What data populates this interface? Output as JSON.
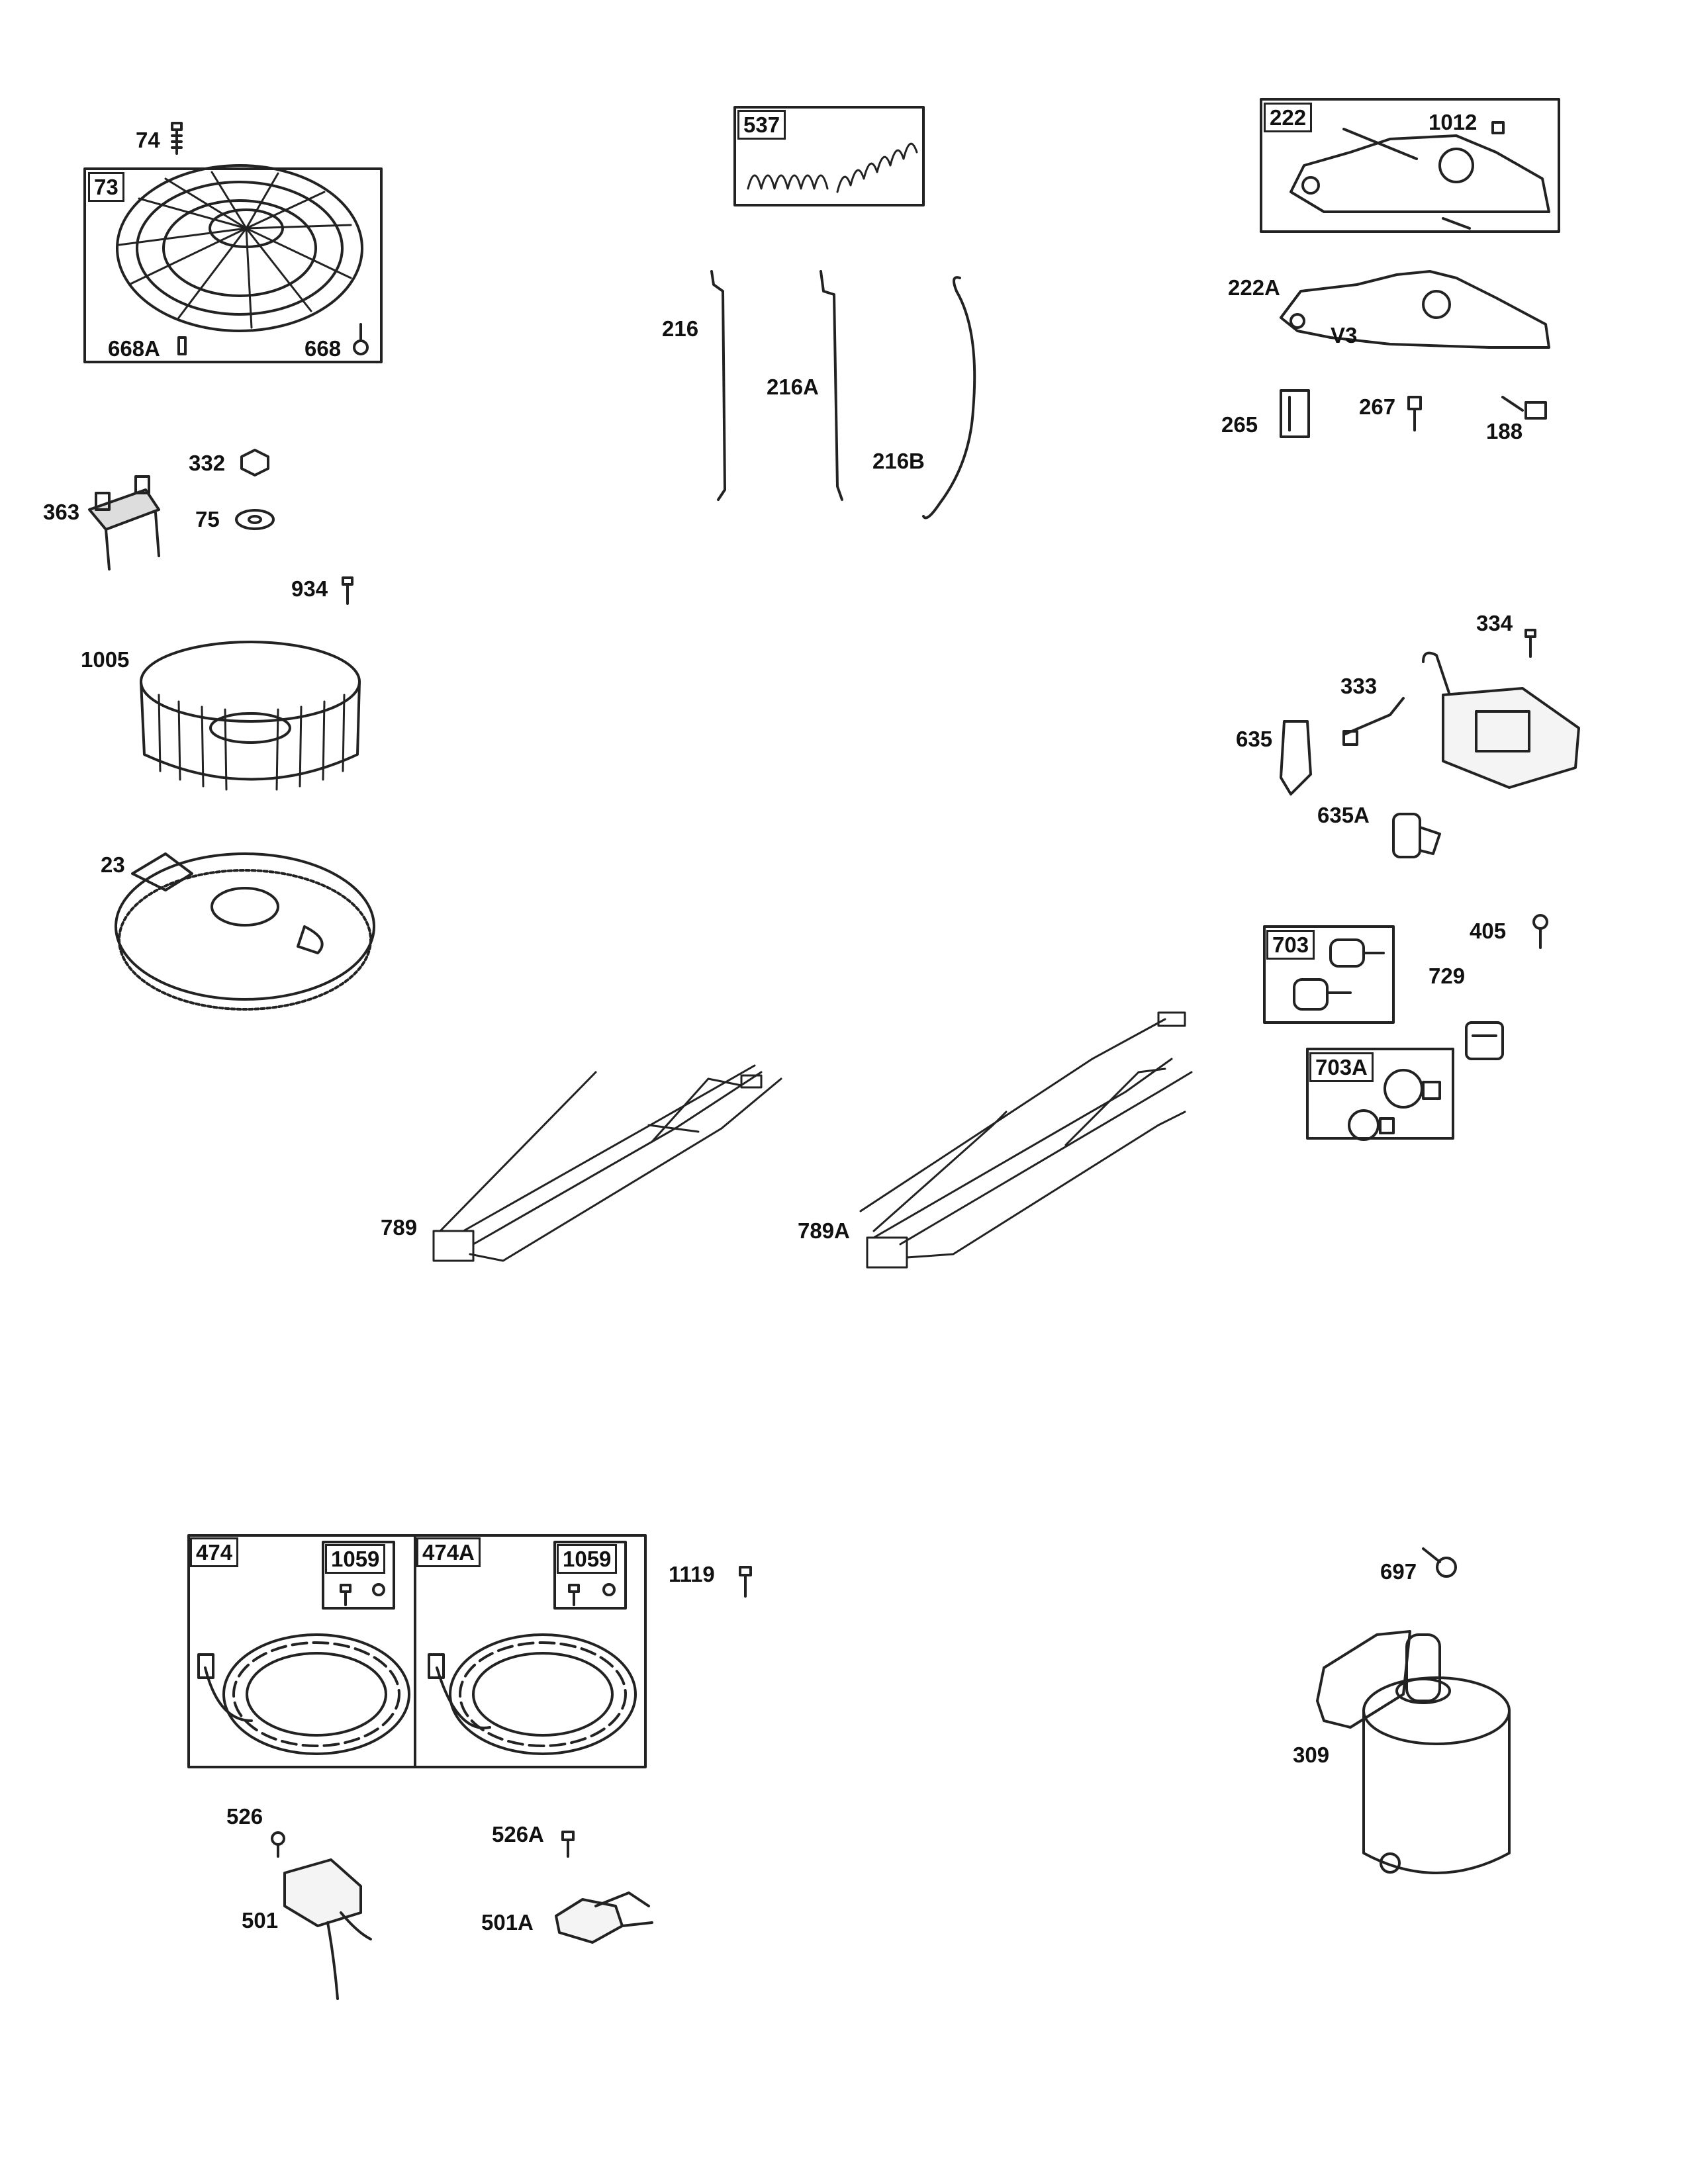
{
  "labels": {
    "l74": "74",
    "l73": "73",
    "l668a": "668A",
    "l668": "668",
    "l332": "332",
    "l363": "363",
    "l75": "75",
    "l934": "934",
    "l1005": "1005",
    "l23": "23",
    "l537": "537",
    "l216": "216",
    "l216a": "216A",
    "l216b": "216B",
    "l222": "222",
    "l1012": "1012",
    "l222a": "222A",
    "lv3": "V3",
    "l265": "265",
    "l267": "267",
    "l188": "188",
    "l334": "334",
    "l333": "333",
    "l635": "635",
    "l635a": "635A",
    "l703": "703",
    "l405": "405",
    "l729": "729",
    "l703a": "703A",
    "l789": "789",
    "l789a": "789A",
    "l474": "474",
    "l1059a": "1059",
    "l474a": "474A",
    "l1059b": "1059",
    "l1119": "1119",
    "l697": "697",
    "l309": "309",
    "l526": "526",
    "l501": "501",
    "l526a": "526A",
    "l501a": "501A"
  },
  "colors": {
    "ink": "#222222",
    "paper": "#ffffff",
    "shade": "#9a9a9a"
  }
}
